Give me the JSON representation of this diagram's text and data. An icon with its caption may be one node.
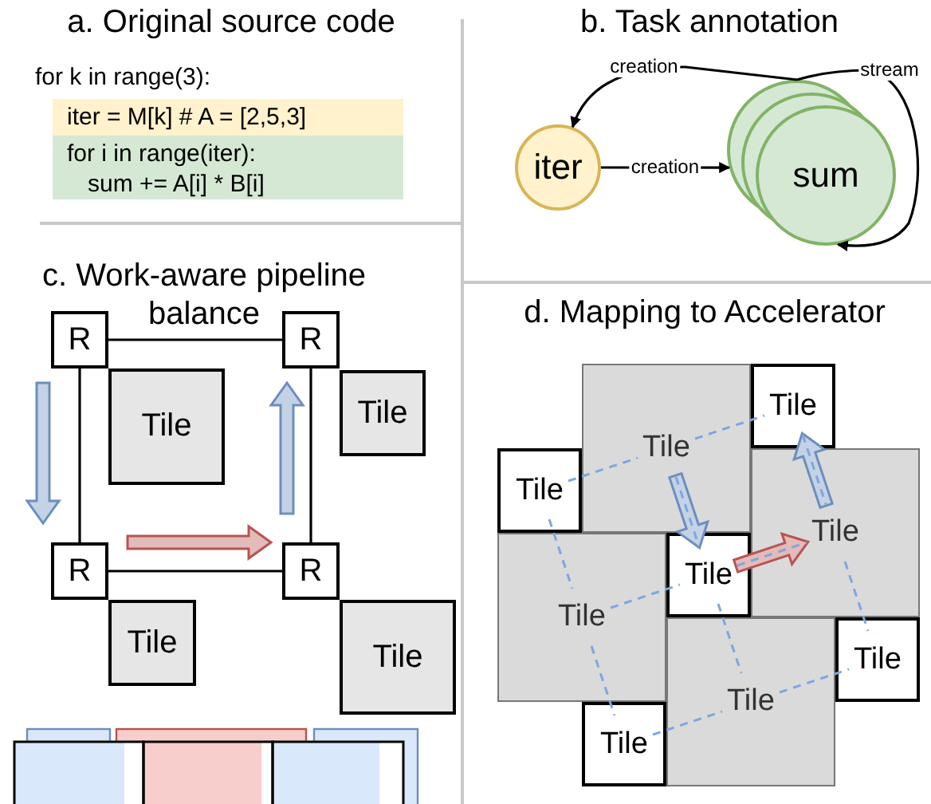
{
  "diagram": {
    "nodes": [
      {
        "text": [
          "iter = M[k] # A = [2,5,3]"
        ]
      },
      {
        "text": [
          "for i in range(iter):",
          "sum += A[i] * B[i]"
        ]
      },
      {
        "text": [
          "iter"
        ]
      },
      {
        "text": [
          "sum"
        ]
      },
      {
        "text": [
          "R"
        ]
      },
      {
        "text": [
          "R"
        ]
      },
      {
        "text": [
          "Tile"
        ]
      },
      {
        "text": [
          "Tile"
        ]
      },
      {
        "text": [
          "R"
        ]
      },
      {
        "text": [
          "R"
        ]
      },
      {
        "text": [
          "Tile"
        ]
      },
      {
        "text": [
          "Tile"
        ]
      },
      {
        "text": [
          "Tile"
        ]
      },
      {
        "text": [
          "Tile"
        ]
      },
      {
        "text": [
          "Tile"
        ]
      },
      {
        "text": [
          "Tile"
        ]
      },
      {
        "text": [
          "Tile"
        ]
      },
      {
        "text": [
          "Tile"
        ]
      },
      {
        "text": [
          "Tile"
        ]
      },
      {
        "text": [
          "Tile"
        ]
      },
      {
        "text": [
          "Tile"
        ]
      }
    ],
    "edges": [
      {
        "from": 3,
        "to": 2,
        "arrow": "to",
        "label": "creation",
        "color": "#000000"
      },
      {
        "from": 2,
        "to": 3,
        "arrow": "to",
        "label": "creation",
        "color": "#000000"
      },
      {
        "from": 3,
        "to": 3,
        "arrow": "to",
        "label": "stream",
        "color": "#000000"
      },
      {
        "from": 4,
        "to": 5,
        "arrow": "none",
        "color": "#000000"
      },
      {
        "from": 4,
        "to": 8,
        "arrow": "none",
        "color": "#000000"
      },
      {
        "from": 5,
        "to": 9,
        "arrow": "none",
        "color": "#000000"
      },
      {
        "from": 8,
        "to": 9,
        "arrow": "none",
        "color": "#000000"
      },
      {
        "from": 4,
        "to": 8,
        "arrow": "to",
        "style": "thick",
        "color": "#6c8ebf"
      },
      {
        "from": 8,
        "to": 9,
        "arrow": "to",
        "style": "thick",
        "color": "#b85450"
      },
      {
        "from": 9,
        "to": 5,
        "arrow": "to",
        "style": "thick",
        "color": "#6c8ebf"
      },
      {
        "from": 14,
        "to": 13,
        "arrow": "none",
        "style": "dashed",
        "color": "#7ea6e0"
      },
      {
        "from": 13,
        "to": 12,
        "arrow": "none",
        "style": "dashed",
        "color": "#7ea6e0"
      },
      {
        "from": 17,
        "to": 16,
        "arrow": "none",
        "style": "dashed",
        "color": "#7ea6e0"
      },
      {
        "from": 16,
        "to": 15,
        "arrow": "none",
        "style": "dashed",
        "color": "#7ea6e0"
      },
      {
        "from": 20,
        "to": 19,
        "arrow": "none",
        "style": "dashed",
        "color": "#7ea6e0"
      },
      {
        "from": 19,
        "to": 18,
        "arrow": "none",
        "style": "dashed",
        "color": "#7ea6e0"
      },
      {
        "from": 14,
        "to": 17,
        "arrow": "none",
        "style": "dashed",
        "color": "#7ea6e0"
      },
      {
        "from": 17,
        "to": 20,
        "arrow": "none",
        "style": "dashed",
        "color": "#7ea6e0"
      },
      {
        "from": 13,
        "to": 16,
        "arrow": "none",
        "style": "dashed",
        "color": "#7ea6e0"
      },
      {
        "from": 16,
        "to": 19,
        "arrow": "none",
        "style": "dashed",
        "color": "#7ea6e0"
      },
      {
        "from": 12,
        "to": 15,
        "arrow": "none",
        "style": "dashed",
        "color": "#7ea6e0"
      },
      {
        "from": 15,
        "to": 18,
        "arrow": "none",
        "style": "dashed",
        "color": "#7ea6e0"
      },
      {
        "from": 13,
        "to": 16,
        "arrow": "to",
        "style": "thick",
        "color": "#6c8ebf"
      },
      {
        "from": 16,
        "to": 15,
        "arrow": "to",
        "style": "thick",
        "color": "#b85450"
      },
      {
        "from": 15,
        "to": 12,
        "arrow": "to",
        "style": "thick",
        "color": "#6c8ebf"
      }
    ],
    "labels": [
      "a. Original source code",
      "b. Task annotation",
      "for k in range(3):",
      "c. Work-aware pipeline balance",
      "d. Mapping to Accelerator"
    ]
  }
}
